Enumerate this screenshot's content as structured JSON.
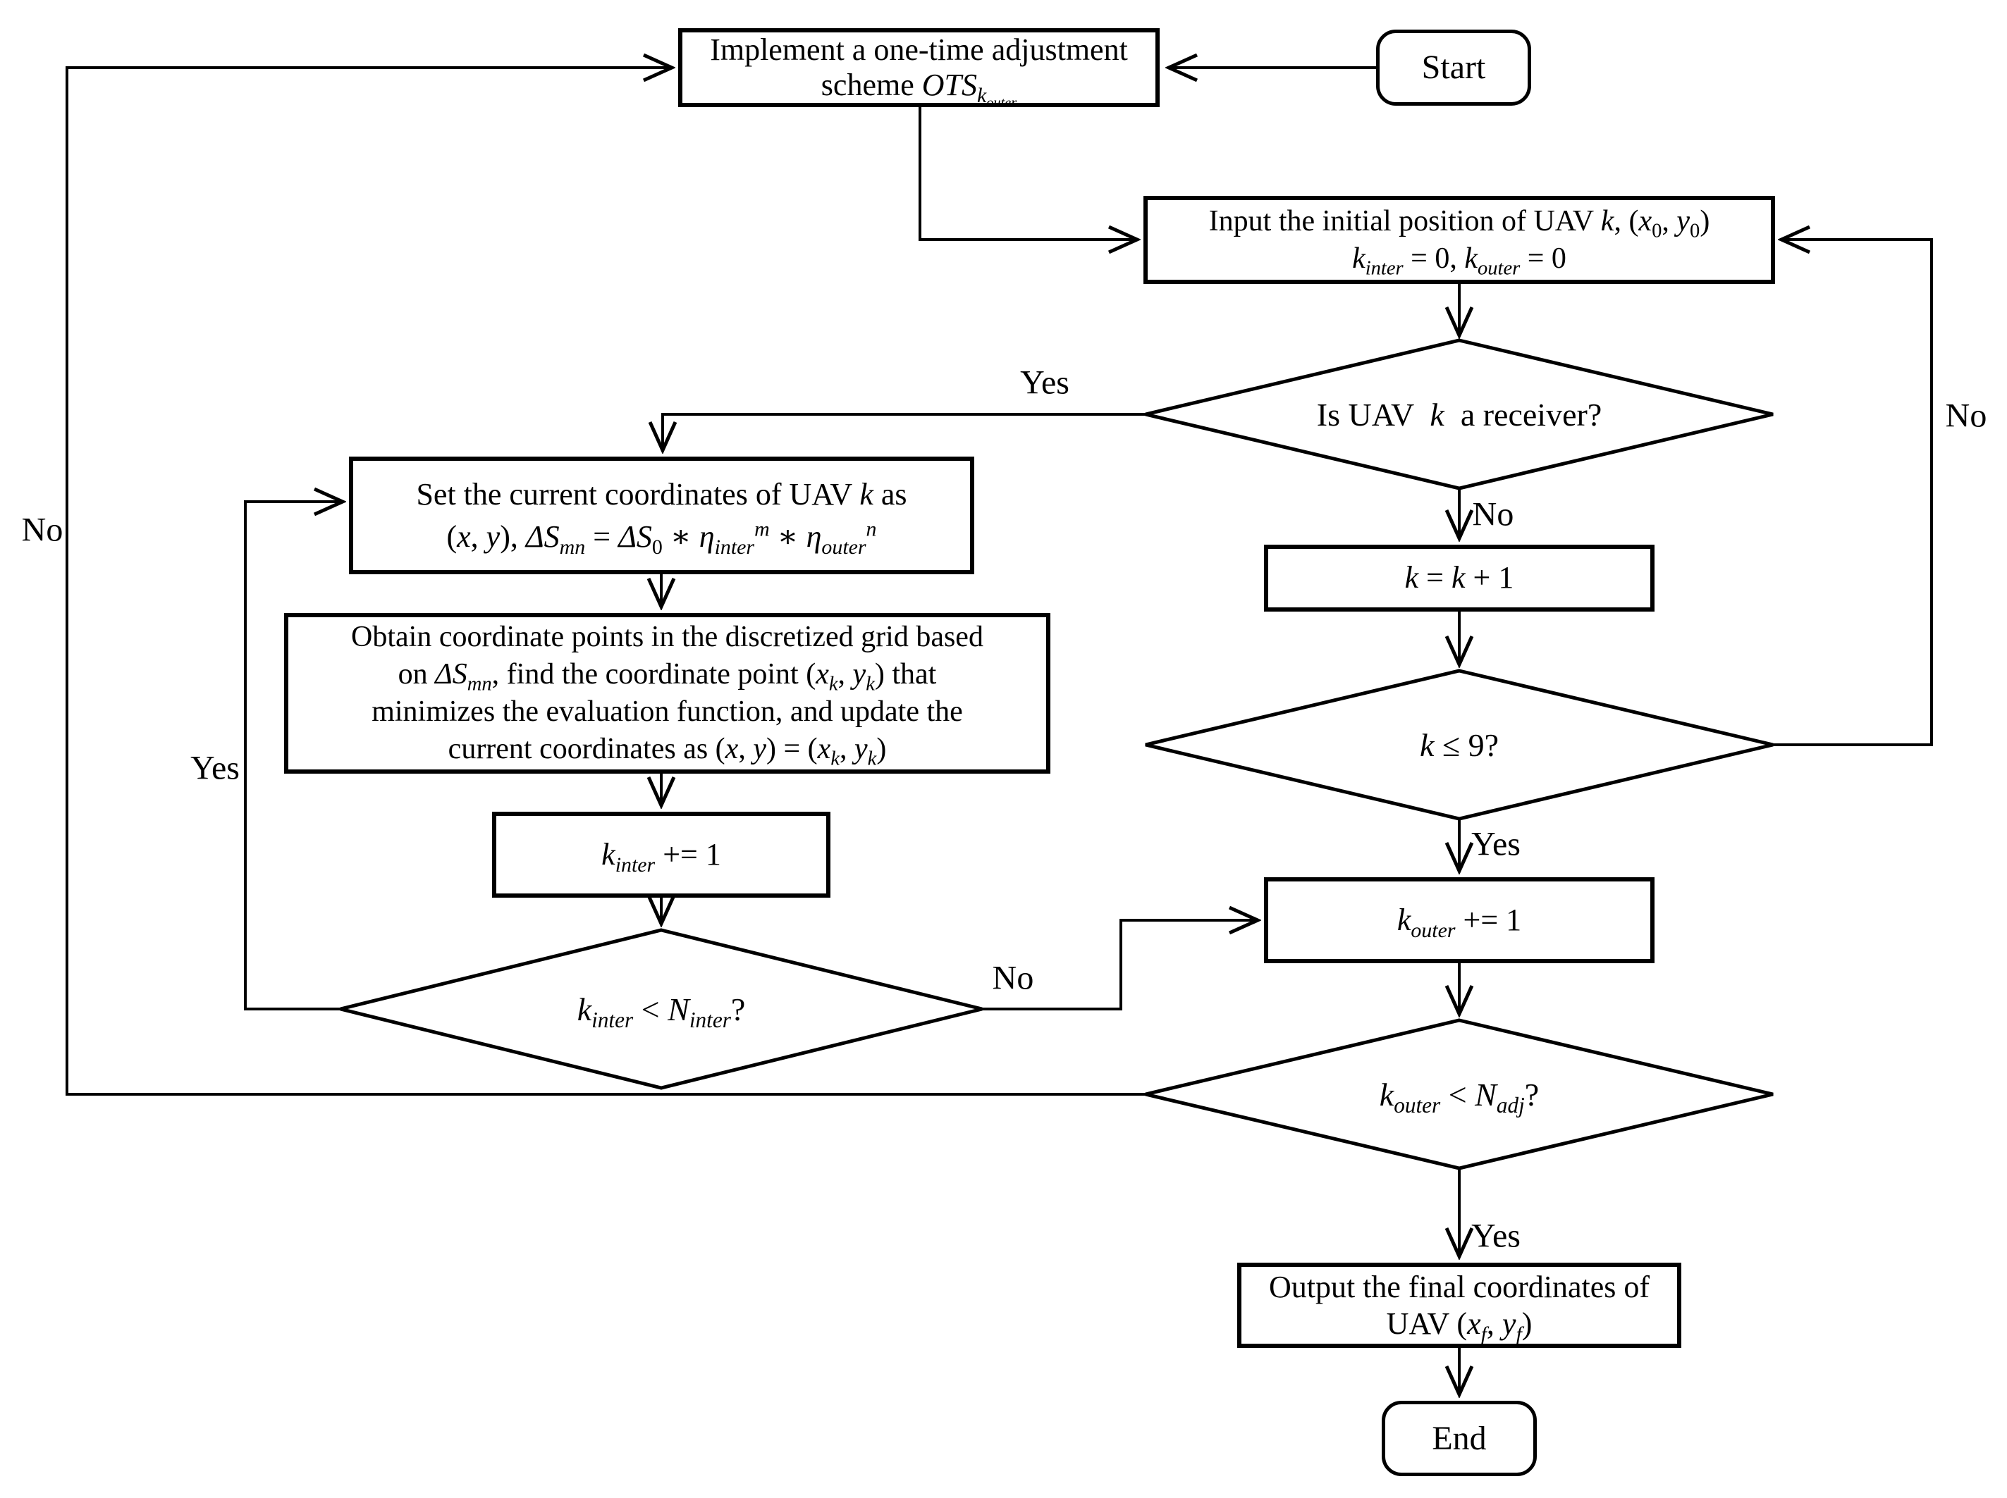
{
  "nodes": {
    "start": {
      "lines": [
        [
          {
            "t": "Start"
          }
        ]
      ]
    },
    "implement": {
      "lines": [
        [
          {
            "t": "Implement a one-time adjustment"
          }
        ],
        [
          {
            "t": "scheme "
          },
          {
            "i": "OTS"
          },
          {
            "sub": "k"
          },
          {
            "subsub": "outer"
          }
        ]
      ]
    },
    "input": {
      "lines": [
        [
          {
            "t": "Input the initial position of UAV "
          },
          {
            "i": "k"
          },
          {
            "t": ", ("
          },
          {
            "i": "x"
          },
          {
            "subr": "0"
          },
          {
            "t": ", "
          },
          {
            "i": "y"
          },
          {
            "subr": "0"
          },
          {
            "t": ")"
          }
        ],
        [
          {
            "i": "k"
          },
          {
            "sub": "inter"
          },
          {
            "t": " = 0, "
          },
          {
            "i": "k"
          },
          {
            "sub": "outer"
          },
          {
            "t": " = 0"
          }
        ]
      ]
    },
    "is_receiver": {
      "lines": [
        [
          {
            "t": "Is UAV  "
          },
          {
            "i": "k"
          },
          {
            "t": "  a receiver?"
          }
        ]
      ]
    },
    "set_coords": {
      "lines": [
        [
          {
            "t": "Set the current coordinates of UAV "
          },
          {
            "i": "k"
          },
          {
            "t": " as"
          }
        ],
        [
          {
            "t": "("
          },
          {
            "i": "x"
          },
          {
            "t": ", "
          },
          {
            "i": "y"
          },
          {
            "t": "), "
          },
          {
            "i": "ΔS"
          },
          {
            "sub": "mn"
          },
          {
            "t": " = "
          },
          {
            "i": "ΔS"
          },
          {
            "subr": "0"
          },
          {
            "t": " ∗ "
          },
          {
            "i": "η"
          },
          {
            "sub": "inter"
          },
          {
            "sup": "m"
          },
          {
            "t": " ∗ "
          },
          {
            "i": "η"
          },
          {
            "sub": "outer"
          },
          {
            "sup": "n"
          }
        ]
      ]
    },
    "obtain": {
      "lines": [
        [
          {
            "t": "Obtain coordinate points in the discretized grid based"
          }
        ],
        [
          {
            "t": "on "
          },
          {
            "i": "ΔS"
          },
          {
            "sub": "mn"
          },
          {
            "t": ", find the coordinate point ("
          },
          {
            "i": "x"
          },
          {
            "sub": "k"
          },
          {
            "t": ", "
          },
          {
            "i": "y"
          },
          {
            "sub": "k"
          },
          {
            "t": ") that"
          }
        ],
        [
          {
            "t": "minimizes the evaluation function, and update the"
          }
        ],
        [
          {
            "t": "current coordinates as ("
          },
          {
            "i": "x"
          },
          {
            "t": ", "
          },
          {
            "i": "y"
          },
          {
            "t": ") = ("
          },
          {
            "i": "x"
          },
          {
            "sub": "k"
          },
          {
            "t": ", "
          },
          {
            "i": "y"
          },
          {
            "sub": "k"
          },
          {
            "t": ")"
          }
        ]
      ]
    },
    "kinter_inc": {
      "lines": [
        [
          {
            "i": "k"
          },
          {
            "sub": "inter"
          },
          {
            "t": " += 1"
          }
        ]
      ]
    },
    "inter_test": {
      "lines": [
        [
          {
            "i": "k"
          },
          {
            "sub": "inter"
          },
          {
            "t": " < "
          },
          {
            "i": "N"
          },
          {
            "sub": "inter"
          },
          {
            "t": "?"
          }
        ]
      ]
    },
    "k_eq_k1": {
      "lines": [
        [
          {
            "i": "k"
          },
          {
            "t": " = "
          },
          {
            "i": "k"
          },
          {
            "t": " + 1"
          }
        ]
      ]
    },
    "k9_test": {
      "lines": [
        [
          {
            "i": "k"
          },
          {
            "t": " ≤ 9?"
          }
        ]
      ]
    },
    "kouter_inc": {
      "lines": [
        [
          {
            "i": "k"
          },
          {
            "sub": "outer"
          },
          {
            "t": " += 1"
          }
        ]
      ]
    },
    "adj_test": {
      "lines": [
        [
          {
            "i": "k"
          },
          {
            "sub": "outer"
          },
          {
            "t": " < "
          },
          {
            "i": "N"
          },
          {
            "sub": "adj"
          },
          {
            "t": "?"
          }
        ]
      ]
    },
    "output": {
      "lines": [
        [
          {
            "t": "Output the final coordinates of"
          }
        ],
        [
          {
            "t": "UAV ("
          },
          {
            "i": "x"
          },
          {
            "sub": "f"
          },
          {
            "t": ", "
          },
          {
            "i": "y"
          },
          {
            "sub": "f"
          },
          {
            "t": ")"
          }
        ]
      ]
    },
    "end": {
      "lines": [
        [
          {
            "t": "End"
          }
        ]
      ]
    }
  },
  "edge_labels": {
    "receiver_yes": "Yes",
    "receiver_no": "No",
    "k9_no": "No",
    "k9_yes": "Yes",
    "inter_yes": "Yes",
    "inter_no": "No",
    "adj_no": "No",
    "adj_yes": "Yes"
  },
  "colors": {
    "line": "#000000",
    "background": "#ffffff"
  }
}
